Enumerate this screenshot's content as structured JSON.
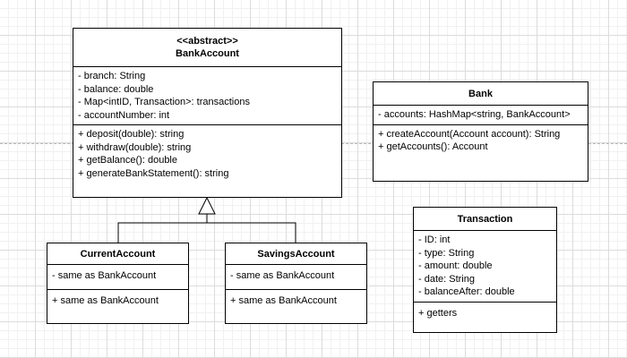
{
  "classes": {
    "bank_account": {
      "stereotype": "<<abstract>>",
      "name": "BankAccount",
      "attributes": [
        "- branch: String",
        "- balance: double",
        "- Map<intID, Transaction>:  transactions",
        "- accountNumber: int"
      ],
      "methods": [
        "+ deposit(double): string",
        "+ withdraw(double): string",
        "+ getBalance(): double",
        "+ generateBankStatement(): string"
      ]
    },
    "bank": {
      "name": "Bank",
      "attributes": [
        "- accounts: HashMap<string, BankAccount>"
      ],
      "methods": [
        "+ createAccount(Account account): String",
        "+ getAccounts(): Account"
      ]
    },
    "current_account": {
      "name": "CurrentAccount",
      "attributes": [
        "- same as BankAccount"
      ],
      "methods": [
        "+ same as BankAccount"
      ]
    },
    "savings_account": {
      "name": "SavingsAccount",
      "attributes": [
        "- same as BankAccount"
      ],
      "methods": [
        "+ same as BankAccount"
      ]
    },
    "transaction": {
      "name": "Transaction",
      "attributes": [
        "- ID: int",
        "- type: String",
        "- amount: double",
        "- date: String",
        "- balanceAfter: double"
      ],
      "methods": [
        "+ getters"
      ]
    }
  },
  "relationships": [
    {
      "type": "generalization",
      "from": "CurrentAccount",
      "to": "BankAccount"
    },
    {
      "type": "generalization",
      "from": "SavingsAccount",
      "to": "BankAccount"
    }
  ]
}
